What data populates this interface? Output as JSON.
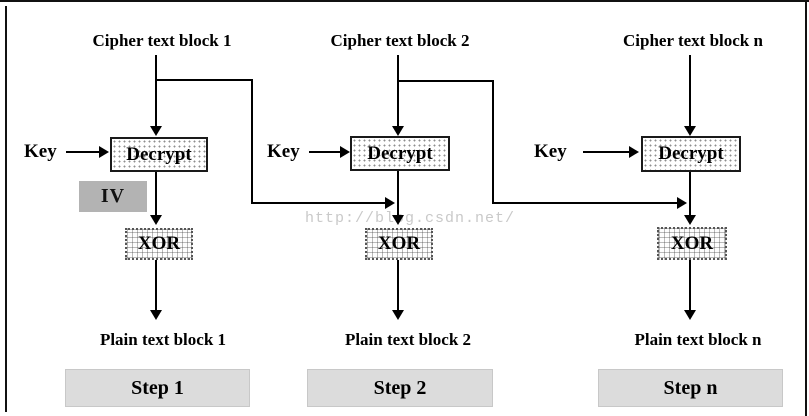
{
  "watermark_text": "http://blog.csdn.net/",
  "colors": {
    "line": "#000000",
    "iv_bg": "#b3b3b3",
    "step_bg": "#dcdcdc",
    "watermark": "#c9c9c9"
  },
  "columns": [
    {
      "cipher_label": "Cipher text block 1",
      "key_label": "Key",
      "decrypt_label": "Decrypt",
      "iv_label": "IV",
      "xor_label": "XOR",
      "plain_label": "Plain text block 1",
      "step_label": "Step 1"
    },
    {
      "cipher_label": "Cipher text block 2",
      "key_label": "Key",
      "decrypt_label": "Decrypt",
      "xor_label": "XOR",
      "plain_label": "Plain text block 2",
      "step_label": "Step 2"
    },
    {
      "cipher_label": "Cipher text block n",
      "key_label": "Key",
      "decrypt_label": "Decrypt",
      "xor_label": "XOR",
      "plain_label": "Plain text block n",
      "step_label": "Step n"
    }
  ]
}
